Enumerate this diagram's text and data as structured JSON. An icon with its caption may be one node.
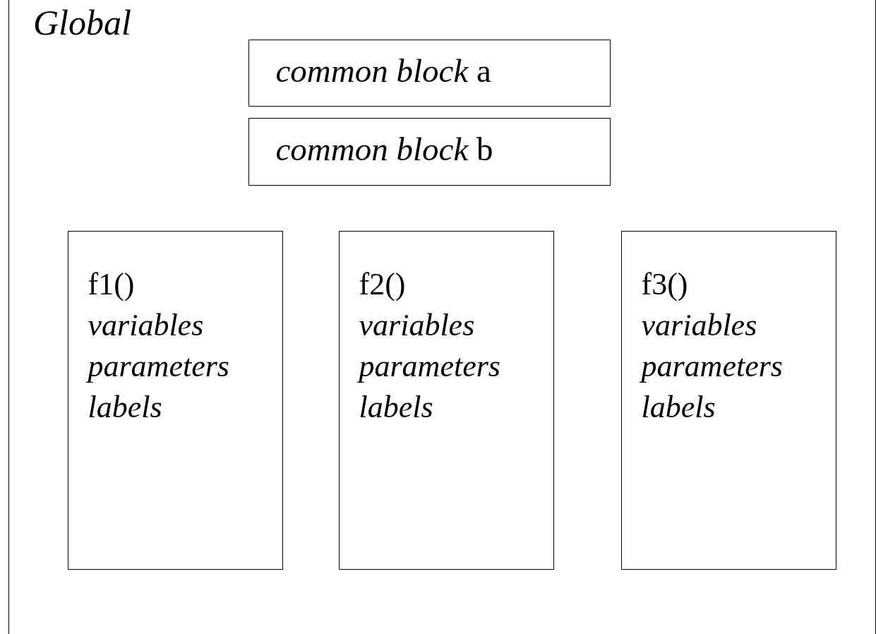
{
  "diagram": {
    "nodes": [
      {
        "text": [
          "Global"
        ]
      },
      {
        "text": [
          "*common block* a"
        ],
        "in": 0
      },
      {
        "text": [
          "*common block* b"
        ],
        "in": 0
      },
      {
        "text": [
          "f1()",
          "*variables*",
          "*parameters*",
          "*labels*"
        ],
        "in": 0
      },
      {
        "text": [
          "f2()",
          "*variables*",
          "*parameters*",
          "*labels*"
        ],
        "in": 0
      },
      {
        "text": [
          "f3()",
          "*variables*",
          "*parameters*",
          "*labels*"
        ],
        "in": 0
      }
    ]
  }
}
